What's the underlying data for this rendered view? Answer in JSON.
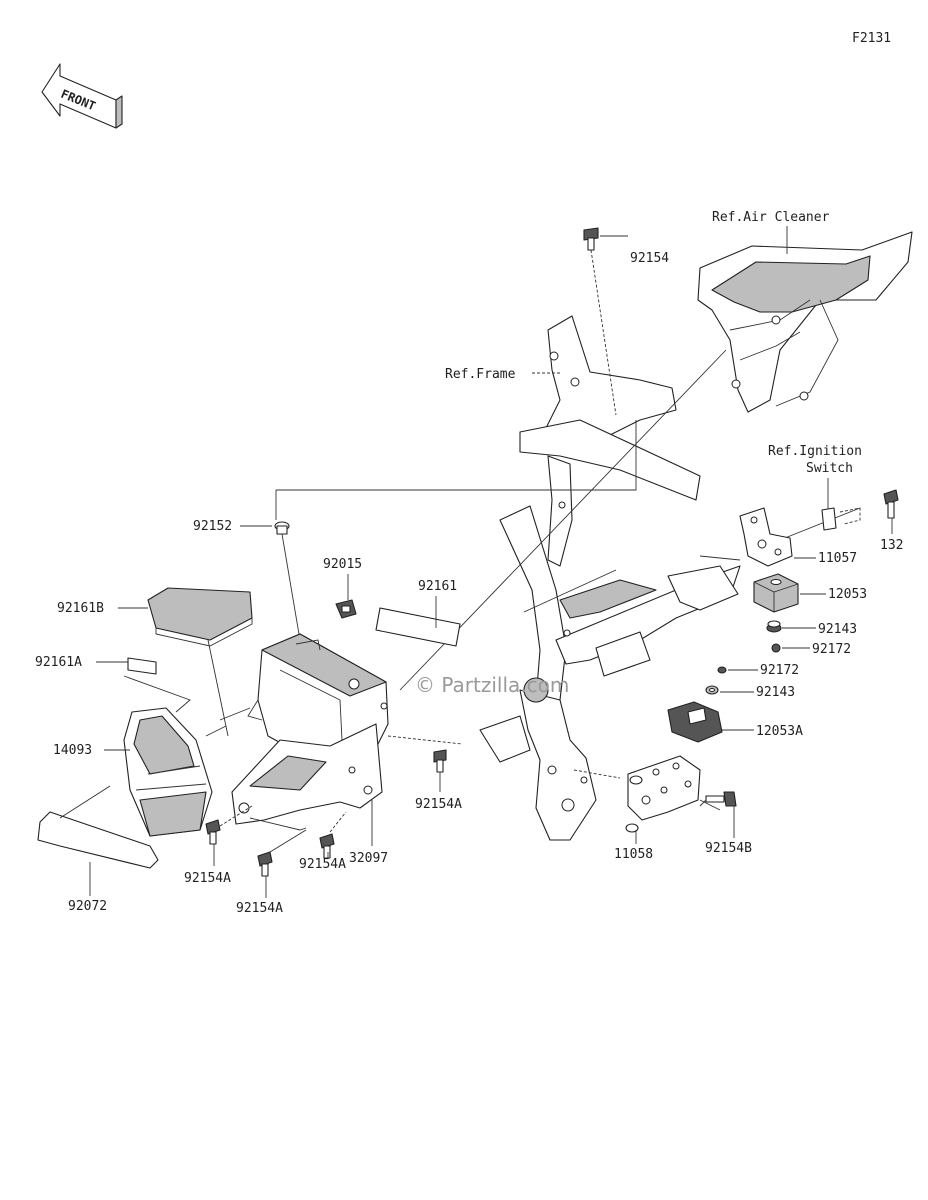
{
  "figure_code": "F2131",
  "front_label": "FRONT",
  "watermark": "© Partzilla.com",
  "refs": {
    "air_cleaner": "Ref.Air Cleaner",
    "frame": "Ref.Frame",
    "ignition_line1": "Ref.Ignition",
    "ignition_line2": "Switch"
  },
  "parts": {
    "p92154_top": "92154",
    "p92152": "92152",
    "p92015": "92015",
    "p92161": "92161",
    "p92161B": "92161B",
    "p92161A": "92161A",
    "p14093": "14093",
    "p92072": "92072",
    "p92154A_1": "92154A",
    "p92154A_2": "92154A",
    "p92154A_3": "92154A",
    "p92154A_4": "92154A",
    "p32097": "32097",
    "p132": "132",
    "p11057": "11057",
    "p12053": "12053",
    "p92143_1": "92143",
    "p92172_1": "92172",
    "p92172_2": "92172",
    "p92143_2": "92143",
    "p12053A": "12053A",
    "p11058": "11058",
    "p92154B": "92154B"
  }
}
